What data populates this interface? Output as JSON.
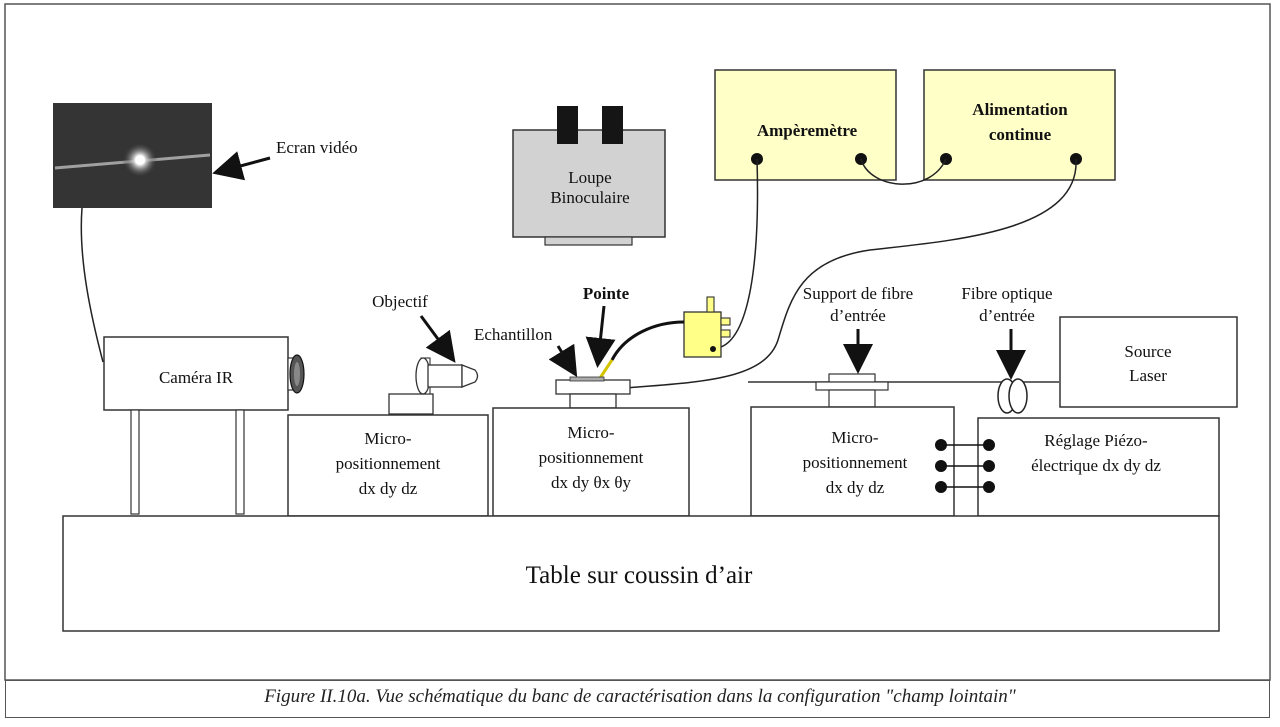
{
  "labels": {
    "video_screen": "Ecran vidéo",
    "binocular_line1": "Loupe",
    "binocular_line2": "Binoculaire",
    "ammeter": "Ampèremètre",
    "power_line1": "Alimentation",
    "power_line2": "continue",
    "camera": "Caméra IR",
    "objective": "Objectif",
    "tip": "Pointe",
    "sample": "Echantillon",
    "fiber_support_line1": "Support de fibre",
    "fiber_support_line2": "d’entrée",
    "input_fiber_line1": "Fibre optique",
    "input_fiber_line2": "d’entrée",
    "laser_line1": "Source",
    "laser_line2": "Laser",
    "stage1_line1": "Micro-",
    "stage1_line2": "positionnement",
    "stage1_line3": "dx dy dz",
    "stage2_line1": "Micro-",
    "stage2_line2": "positionnement",
    "stage2_line3": "dx dy θx θy",
    "stage3_line1": "Micro-",
    "stage3_line2": "positionnement",
    "stage3_line3": "dx dy dz",
    "piezo_line1": "Réglage Piézo-",
    "piezo_line2": "électrique dx dy dz",
    "table": "Table sur coussin d’air"
  },
  "caption": "Figure II.10a. Vue schématique du banc de caractérisation dans la configuration \"champ lointain\"",
  "colors": {
    "instrument_fill": "#ffffc8",
    "binocular_fill": "#d2d2d2",
    "outline": "#333333",
    "probe_fill": "#ffff88",
    "tip_wire": "#d4c400"
  }
}
